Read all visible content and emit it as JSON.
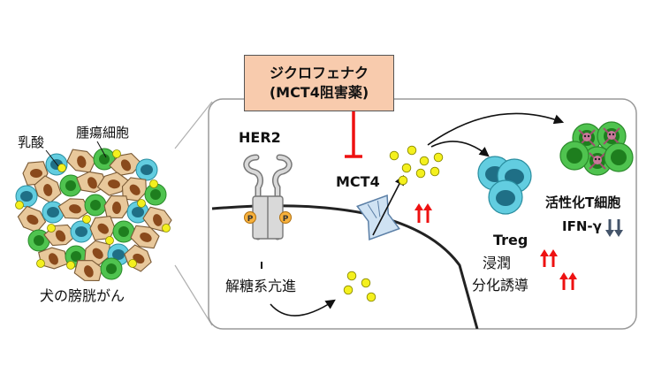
{
  "left_panel": {
    "tumor_cells_label": "腫瘍細胞",
    "lactate_label": "乳酸",
    "caption": "犬の膀胱がん"
  },
  "drug": {
    "name": "ジクロフェナク",
    "subtitle": "(MCT4阻害薬)"
  },
  "cell_panel": {
    "her2_label": "HER2",
    "phospho_label": "P",
    "glycolysis_label": "解糖系亢進",
    "mct4_label": "MCT4",
    "treg_label": "Treg",
    "infiltration_label": "浸潤",
    "differentiation_label": "分化誘導",
    "activated_t_label": "活性化T細胞",
    "ifn_label": "IFN-γ"
  },
  "colors": {
    "up_arrow": "#ee1111",
    "down_arrow": "#44546a",
    "lactate": "#f4f01e",
    "treg_cell": "#62cde0",
    "t_cell": "#4fc34f",
    "drug_box": "#f8cbad"
  }
}
